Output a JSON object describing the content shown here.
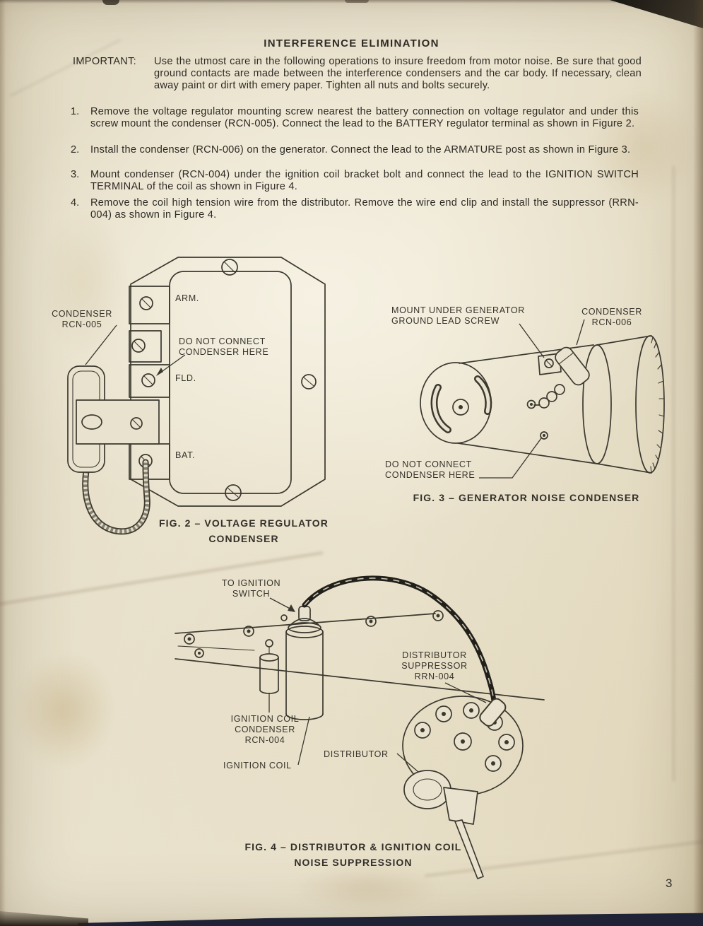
{
  "doc": {
    "title": "INTERFERENCE ELIMINATION",
    "important": {
      "label": "IMPORTANT:",
      "text": "Use the utmost care in the following operations to insure freedom from motor noise. Be sure that good ground contacts are made between the interference condensers and the car body. If necessary, clean away paint or dirt with emery paper. Tighten all nuts and bolts securely."
    },
    "steps": [
      {
        "num": "1.",
        "text": "Remove the voltage regulator mounting screw nearest the battery connection on voltage regulator and under this screw mount the condenser (RCN-005). Connect the lead to the BATTERY regulator terminal as shown in Figure 2."
      },
      {
        "num": "2.",
        "text": "Install the condenser (RCN-006) on the generator. Connect the lead to the ARMATURE post as shown in Figure 3."
      },
      {
        "num": "3.",
        "text": "Mount condenser (RCN-004) under the ignition coil bracket bolt and connect the lead to the IGNITION SWITCH TERMINAL of the coil as shown in Figure 4."
      },
      {
        "num": "4.",
        "text": "Remove the coil high tension wire from the distributor. Remove the wire end clip and install the suppressor (RRN-004) as shown in Figure 4."
      }
    ],
    "fig2": {
      "label_condenser": "CONDENSER\nRCN-005",
      "label_arm": "ARM.",
      "label_do_not_connect": "DO NOT CONNECT\nCONDENSER HERE",
      "label_fld": "FLD.",
      "label_bat": "BAT.",
      "caption": "FIG. 2 – VOLTAGE REGULATOR\nCONDENSER"
    },
    "fig3": {
      "label_mount": "MOUNT UNDER GENERATOR\nGROUND LEAD SCREW",
      "label_condenser": "CONDENSER\nRCN-006",
      "label_do_not_connect": "DO NOT CONNECT\nCONDENSER HERE",
      "caption": "FIG. 3 – GENERATOR NOISE CONDENSER"
    },
    "fig4": {
      "label_to_ignition": "TO IGNITION\nSWITCH",
      "label_suppressor": "DISTRIBUTOR\nSUPPRESSOR\nRRN-004",
      "label_coil_condenser": "IGNITION COIL\nCONDENSER\nRCN-004",
      "label_distributor": "DISTRIBUTOR",
      "label_ignition_coil": "IGNITION COIL",
      "caption": "FIG. 4 – DISTRIBUTOR & IGNITION COIL\nNOISE SUPPRESSION"
    },
    "page_number": "3",
    "colors": {
      "paper": "#e8e1cc",
      "ink": "#2e2b25",
      "bottom_edge": "#202336"
    }
  }
}
